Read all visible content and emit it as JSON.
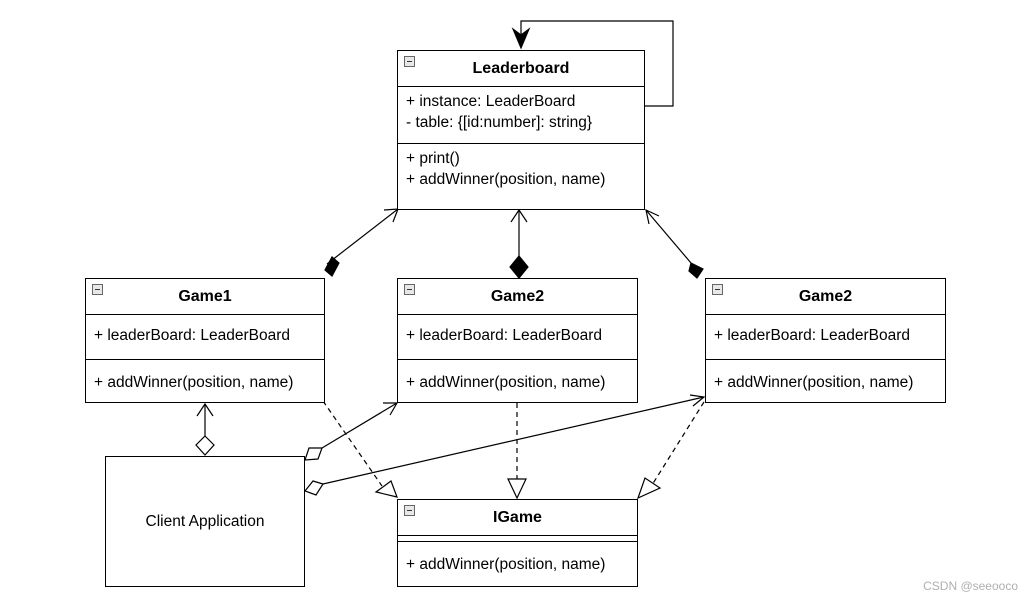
{
  "leaderboard": {
    "title": "Leaderboard",
    "attributes": [
      "+ instance: LeaderBoard",
      "- table: {[id:number]: string}"
    ],
    "operations": [
      "+ print()",
      "+ addWinner(position, name)"
    ]
  },
  "game1": {
    "title": "Game1",
    "attributes": [
      "+ leaderBoard: LeaderBoard"
    ],
    "operations": [
      "+ addWinner(position, name)"
    ]
  },
  "game2_center": {
    "title": "Game2",
    "attributes": [
      "+ leaderBoard: LeaderBoard"
    ],
    "operations": [
      "+ addWinner(position, name)"
    ]
  },
  "game2_right": {
    "title": "Game2",
    "attributes": [
      "+ leaderBoard: LeaderBoard"
    ],
    "operations": [
      "+ addWinner(position, name)"
    ]
  },
  "igame": {
    "title": "IGame",
    "operations": [
      "+ addWinner(position, name)"
    ]
  },
  "client": {
    "label": "Client Application"
  },
  "watermark": "CSDN @seeooco",
  "relationships": [
    {
      "from": "Leaderboard",
      "to": "Leaderboard",
      "type": "self-association"
    },
    {
      "from": "Game1",
      "to": "Leaderboard",
      "type": "composition"
    },
    {
      "from": "Game2",
      "to": "Leaderboard",
      "type": "composition"
    },
    {
      "from": "Game2",
      "to": "Leaderboard",
      "type": "composition"
    },
    {
      "from": "Game1",
      "to": "IGame",
      "type": "realization"
    },
    {
      "from": "Game2",
      "to": "IGame",
      "type": "realization"
    },
    {
      "from": "Game2",
      "to": "IGame",
      "type": "realization"
    },
    {
      "from": "Client Application",
      "to": "Game1",
      "type": "aggregation"
    },
    {
      "from": "Client Application",
      "to": "Game2",
      "type": "aggregation"
    },
    {
      "from": "Client Application",
      "to": "Game2",
      "type": "aggregation"
    }
  ]
}
